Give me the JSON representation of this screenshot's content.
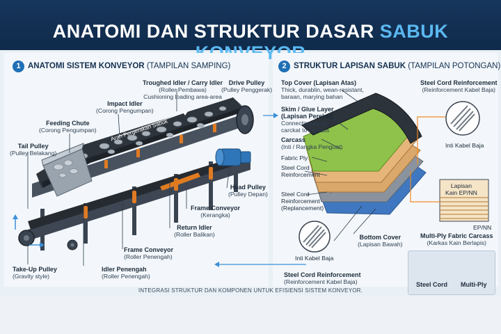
{
  "header": {
    "title_main": "ANATOMI DAN STRUKTUR DASAR ",
    "title_highlight": "SABUK KONVEYOR"
  },
  "section1": {
    "number": "1",
    "title_bold": "ANATOMI SISTEM KONVEYOR",
    "title_rest": " (TAMPILAN SAMPING)",
    "direction_label": "Arah Pergerakan Sabuk",
    "labels": {
      "troughed_idler": "Troughed Idler / Carry Idler",
      "troughed_idler_sub": "(Roller Pembawa)",
      "troughed_idler_sub2": "Cushioning loading area-area",
      "drive_pulley": "Drive Pulley",
      "drive_pulley_sub": "(Pulley Penggerak)",
      "impact_idler": "Impact Idler",
      "impact_idler_sub": "(Corong Pengumpan)",
      "feeding_chute": "Feeding Chute",
      "feeding_chute_sub": "(Corong Pengumpan)",
      "tail_pulley": "Tail Pulley",
      "tail_pulley_sub": "(Pulley Belakang)",
      "head_pulley": "Head Pulley",
      "head_pulley_sub": "(Pulley Depan)",
      "frame_conveyor_top": "Frame Conveyor",
      "frame_conveyor_top_sub": "(Kerangka)",
      "return_idler": "Return Idler",
      "return_idler_sub": "(Roller Balikan)",
      "frame_conveyor_bottom": "Frame Conveyor",
      "frame_conveyor_bottom_sub": "(Roller Penengah)",
      "take_up_pulley": "Take-Up Pulley",
      "take_up_pulley_sub": "(Gravity style)",
      "idler_penengah": "Idler Penengah",
      "idler_penengah_sub": "(Roller Penengah)"
    }
  },
  "section2": {
    "number": "2",
    "title_bold": "STRUKTUR LAPISAN SABUK",
    "title_rest": " (TAMPILAN POTONGAN)",
    "labels": {
      "top_cover": "Top Cover (Lapisan Atas)",
      "top_cover_sub1": "Thick, durablin, wean-resistant,",
      "top_cover_sub2": "baraan, marying bahan",
      "skim_glue": "Skim / Glue Layer",
      "skim_glue_sub0": "(Lapisan Perekat)",
      "skim_glue_sub1": "Connecting ply to",
      "skim_glue_sub2": "carckat to carcass",
      "carcass": "Carcass",
      "carcass_sub": "(Inti / Rangka Penguat)",
      "fabric_ply": "Fabric Ply",
      "steel_cord_a1": "Steel Cord",
      "steel_cord_a2": "Reinforcement",
      "steel_cord_b1": "Steel Cord",
      "steel_cord_b2": "Reinforcement",
      "steel_cord_b3": "(Replancement)",
      "inti_kabel_baja_left": "Inti Kabel Baja",
      "bottom_cover": "Bottom Cover",
      "bottom_cover_sub": "(Lapisan Bawah)",
      "steel_cord_bottom": "Steel Cord Reinforcement",
      "steel_cord_bottom_sub": "(Reinforcement Kabel Baja)",
      "steel_cord_right": "Steel Cord Reinforcement",
      "steel_cord_right_sub": "(Reinforcement Kabel Baja)",
      "inti_kabel_baja_right": "Inti Kabel Baja",
      "lapisan_kain1": "Lapisan",
      "lapisan_kain2": "Kain EP/NN",
      "ep_nn": "EP/NN",
      "multi_ply": "Multi-Ply Fabric Carcass",
      "multi_ply_sub": "(Karkas Kain Berlapis)"
    },
    "legend": {
      "steel_cord": "Steel Cord",
      "multi_ply": "Multi-Ply"
    }
  },
  "footer": {
    "caption": "INTEGRASI STRUKTUR DAN KOMPONEN UNTUK EFISIENSI SISTEM KONVEYOR."
  },
  "colors": {
    "header_bg": "#17365c",
    "title_highlight": "#5bb8f0",
    "accent_blue": "#1f6fb5",
    "leader_orange": "#f08a24",
    "leader_blue": "#3b8fd6",
    "belt_dark": "#2c333b",
    "glue_green": "#8fc24a",
    "fabric_tan": "#d9a86a",
    "steel_blue": "#3f78c0"
  }
}
